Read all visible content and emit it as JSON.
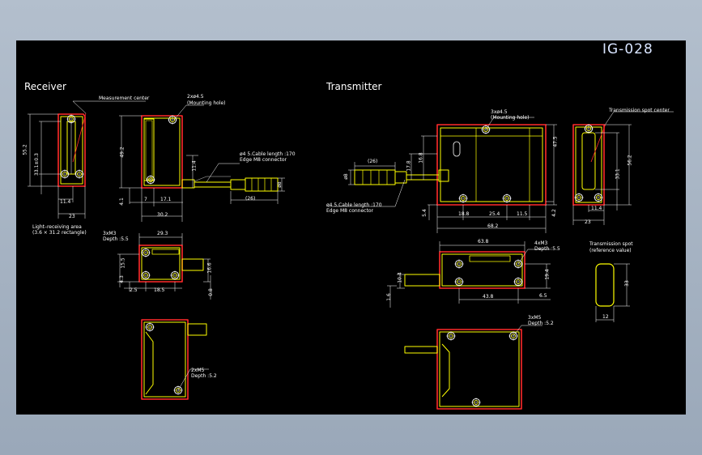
{
  "drawing_id": "IG-028",
  "receiver": {
    "title": "Receiver",
    "measurement_center": "Measurement center",
    "mount_holes": [
      "2xø4.5",
      "(Mounting hole)"
    ],
    "cable": [
      "ø4 5.Cable length :170",
      "Edge M8 connector"
    ],
    "light_area": [
      "Light–receiving area",
      "(3.6 × 31.2 rectangle)"
    ],
    "m3_note": [
      "3xM3",
      "Depth :5.5"
    ],
    "m5_note": [
      "2xM5",
      "Depth :5.2"
    ],
    "dims": {
      "d_55_2": "55.2",
      "d_33_1": "33.1±0.3",
      "d_11_4": "11.4",
      "d_23": "23",
      "d_49_2": "49.2",
      "d_4_1": "4.1",
      "d_7": "7",
      "d_17_1": "17.1",
      "d_11_4b": "11.4",
      "d_30_2": "30.2",
      "d_26": "(26)",
      "d_8": "ø8",
      "d_29_3": "29.3",
      "d_15_5": "15.5",
      "d_4_3": "4.3",
      "d_16_6": "16.6",
      "d_2_5": "2.5",
      "d_18_5": "18.5",
      "d_0_8": "0.8"
    }
  },
  "transmitter": {
    "title": "Transmitter",
    "mount_holes": [
      "3xø4.5",
      "(Mounting hole)"
    ],
    "spot_center": "Transmission spot center",
    "cable": [
      "ø4 5.Cable length :170",
      "Edge M8 connector"
    ],
    "m3_note": [
      "4xM3",
      "Depth :5.5"
    ],
    "m5_note": [
      "3xM5",
      "Depth :5.2"
    ],
    "spot": [
      "Transmission spot",
      "(reference value)"
    ],
    "dims": {
      "d_26": "(26)",
      "d_8": "ø8",
      "d_17_8": "17.8",
      "d_16_8": "16.8",
      "d_47_5": "47.5",
      "d_5_4": "5.4",
      "d_18_8": "18.8",
      "d_25_4": "25.4",
      "d_11_5": "11.5",
      "d_4_2": "4.2",
      "d_68_2": "68.2",
      "d_56_2": "56.2",
      "d_33_1": "33.1",
      "d_11_4": "11.4",
      "d_23": "23",
      "d_63_8": "63.8",
      "d_10_4": "10.4",
      "d_1_6": "1.6",
      "d_43_8": "43.8",
      "d_19_4": "19.4",
      "d_6_5": "6.5",
      "d_33": "33",
      "d_12": "12"
    }
  },
  "colors": {
    "background": "#000000",
    "part": "#ffff00",
    "edge": "#ff2222",
    "dimension": "#ffffff",
    "chrome": "#a7b4c4"
  }
}
